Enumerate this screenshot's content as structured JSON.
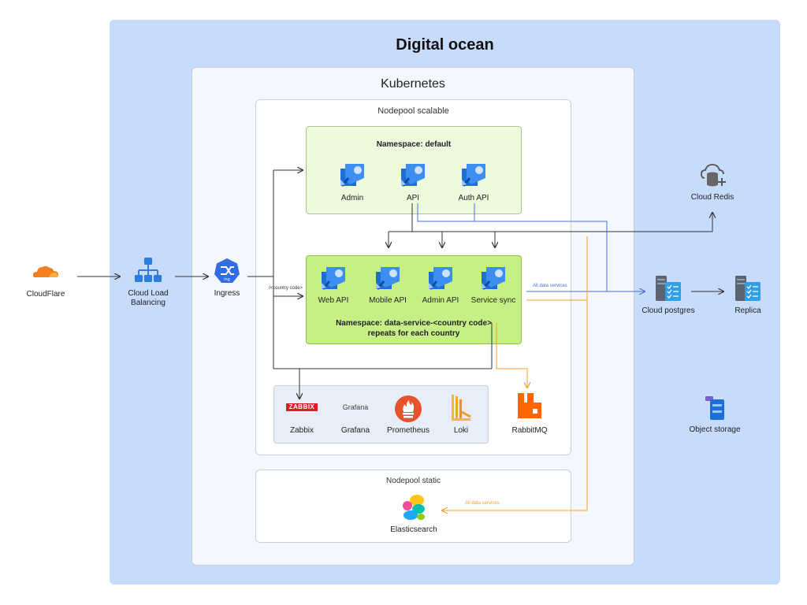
{
  "regions": {
    "digital_ocean": "Digital ocean",
    "kubernetes": "Kubernetes",
    "nodepool_scalable": "Nodepool scalable",
    "namespace_default": "Namespace: default",
    "namespace_data_line1": "Namespace: data-service-<country code>",
    "namespace_data_line2": "repeats for each country",
    "nodepool_static": "Nodepool static"
  },
  "external": {
    "cloudflare": "CloudFlare",
    "load_balancer_line1": "Cloud Load",
    "load_balancer_line2": "Balancing",
    "ingress": "Ingress",
    "ingress_badge": "ing"
  },
  "default_pods": [
    "Admin",
    "API",
    "Auth API"
  ],
  "data_pods": [
    "Web API",
    "Mobile API",
    "Admin API",
    "Service sync"
  ],
  "monitoring": {
    "zabbix_logo": "ZABBIX",
    "zabbix": "Zabbix",
    "grafana_logo": "Grafana",
    "grafana": "Grafana",
    "prometheus": "Prometheus",
    "loki": "Loki"
  },
  "services": {
    "rabbitmq": "RabbitMQ",
    "elasticsearch": "Elasticsearch",
    "cloud_redis": "Cloud Redis",
    "cloud_postgres": "Cloud postgres",
    "replica": "Replica",
    "object_storage": "Object storage"
  },
  "edge_labels": {
    "country_path": "/<country code>",
    "all_data_services_blue": "All data services",
    "all_data_services_orange": "All data services"
  },
  "colors": {
    "do_bg": "#c7dbfc",
    "ns_default": "#eefadd",
    "ns_data": "#c6f085",
    "arrow_dark": "#333333",
    "arrow_blue": "#4a6fd0",
    "arrow_orange": "#f0a030",
    "cloudflare": "#f38020",
    "azure_blue": "#1d6ed6"
  }
}
